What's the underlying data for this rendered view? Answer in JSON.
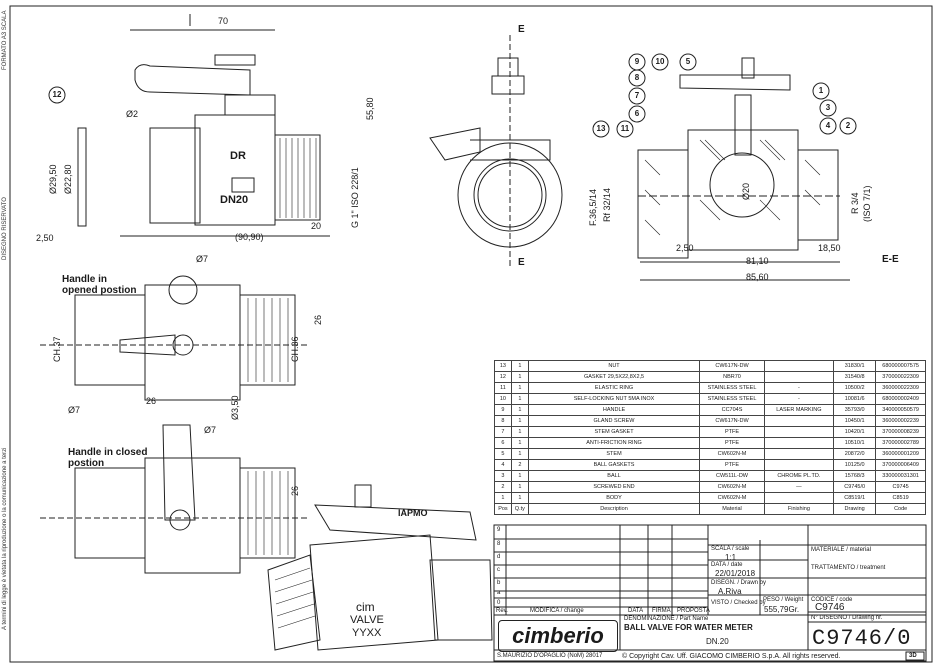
{
  "sidenotes": {
    "format": "FORMATO A3  SCALA",
    "confidential": "DISEGNO RISERVATO",
    "legal": "A termini di legge è vietata la riproduzione o la comunicazione a terzi"
  },
  "views": {
    "handle_opened": "Handle in opened postion",
    "handle_closed": "Handle in closed postion",
    "section": "E-E",
    "section_mark": "E"
  },
  "dims": {
    "d70": "70",
    "d55_80": "55,80",
    "d20": "20",
    "d90_90": "(90,90)",
    "g1": "G 1\" ISO 228/1",
    "d29_50": "Ø29,50",
    "d22_80": "Ø22,80",
    "d2_50_left": "2,50",
    "d2": "Ø2",
    "d26a": "26",
    "ch37": "CH.37",
    "ch36": "CH.36",
    "d7a": "Ø7",
    "d7b": "Ø7",
    "d26b": "26",
    "d3_50": "Ø3,50",
    "d26c": "26",
    "d7c": "Ø7",
    "f36": "F.36,5/14",
    "r3_4": "R 3/4",
    "iso": "(ISO 7/1)",
    "d2_50": "2,50",
    "d18_50": "18,50",
    "d81_10": "81,10",
    "d85_60": "85,60",
    "d20_ball": "Ø20",
    "rf": "Rf 32/14",
    "dr": "DR",
    "dn20": "DN20",
    "cim": "cim",
    "valve": "VALVE",
    "yyxx": "YYXX",
    "iapmo": "IAPMO"
  },
  "balloons": [
    "12",
    "9",
    "10",
    "5",
    "8",
    "7",
    "6",
    "13",
    "11",
    "1",
    "3",
    "4",
    "2"
  ],
  "bom": {
    "rows": [
      {
        "pos": "13",
        "qty": "1",
        "desc": "NUT",
        "mat": "CW617N-DW",
        "fin": "",
        "draw": "31830/1",
        "code": "680000007575"
      },
      {
        "pos": "12",
        "qty": "1",
        "desc": "GASKET 29,5X22,8X2,5",
        "mat": "NBR70",
        "fin": "",
        "draw": "31540/8",
        "code": "370000022309"
      },
      {
        "pos": "11",
        "qty": "1",
        "desc": "ELASTIC RING",
        "mat": "STAINLESS STEEL",
        "fin": "-",
        "draw": "10500/2",
        "code": "360000022309"
      },
      {
        "pos": "10",
        "qty": "1",
        "desc": "SELF-LOCKING NUT 5MA INOX",
        "mat": "STAINLESS STEEL",
        "fin": "-",
        "draw": "10081/6",
        "code": "680000002409"
      },
      {
        "pos": "9",
        "qty": "1",
        "desc": "HANDLE",
        "mat": "CC704S",
        "fin": "LASER MARKING",
        "draw": "35793/0",
        "code": "340000050579"
      },
      {
        "pos": "8",
        "qty": "1",
        "desc": "GLAND SCREW",
        "mat": "CW617N-DW",
        "fin": "",
        "draw": "10450/1",
        "code": "360000002239"
      },
      {
        "pos": "7",
        "qty": "1",
        "desc": "STEM GASKET",
        "mat": "PTFE",
        "fin": "",
        "draw": "10420/1",
        "code": "370000008239"
      },
      {
        "pos": "6",
        "qty": "1",
        "desc": "ANTI-FRICTION RING",
        "mat": "PTFE",
        "fin": "",
        "draw": "10510/1",
        "code": "370000002789"
      },
      {
        "pos": "5",
        "qty": "1",
        "desc": "STEM",
        "mat": "CW602N-M",
        "fin": "",
        "draw": "20872/0",
        "code": "360000001209"
      },
      {
        "pos": "4",
        "qty": "2",
        "desc": "BALL GASKETS",
        "mat": "PTFE",
        "fin": "",
        "draw": "10125/0",
        "code": "370000006409"
      },
      {
        "pos": "3",
        "qty": "1",
        "desc": "BALL",
        "mat": "CW511L-DW",
        "fin": "CHROME PL.TD.",
        "draw": "15768/3",
        "code": "330000031301"
      },
      {
        "pos": "2",
        "qty": "1",
        "desc": "SCREWED END",
        "mat": "CW602N-M",
        "fin": "—",
        "draw": "C9745/0",
        "code": "C9745"
      },
      {
        "pos": "1",
        "qty": "1",
        "desc": "BODY",
        "mat": "CW602N-M",
        "fin": "",
        "draw": "C8519/1",
        "code": "C8519"
      }
    ],
    "headers": {
      "pos": "Pos",
      "qty": "Q.ty",
      "desc": "Description",
      "mat": "Material",
      "fin": "Finishing",
      "draw": "Drawing",
      "code": "Code"
    }
  },
  "titleblock": {
    "rev_rows": [
      "9",
      "8",
      "d",
      "c",
      "b",
      "a",
      "0"
    ],
    "rev_header": [
      "Rev.",
      "MODIFICA / change",
      "DATA",
      "FIRMA",
      "PROPOSTA"
    ],
    "scala_label": "SCALA / scale",
    "scala": "1:1",
    "data_label": "DATA / date",
    "data": "22/01/2018",
    "disegn_label": "DISEGN. / Drawn by",
    "disegn": "A.Riva",
    "visto_label": "VISTO / Checked by",
    "peso_label": "PESO / Weight",
    "peso": "555,79Gr.",
    "materiale_label": "MATERIALE / material",
    "trattamento_label": "TRATTAMENTO / treatment",
    "codice_label": "CODICE / code",
    "codice": "C9746",
    "denominazione_label": "DENOMINAZIONE / Part Name",
    "denominazione": "BALL VALVE FOR WATER METER",
    "dn": "DN.20",
    "ndisegno_label": "N° DISEGNO / Drawing nr.",
    "drawing_number": "C9746/0",
    "company_logo": "cimberio",
    "address": "S.MAURIZIO D'OPAGLIO (NoM) 28017",
    "copyright": "© Copyright Cav. Uff. GIACOMO CIMBERIO S.p.A. All rights reserved.",
    "view_mark": "3D"
  }
}
